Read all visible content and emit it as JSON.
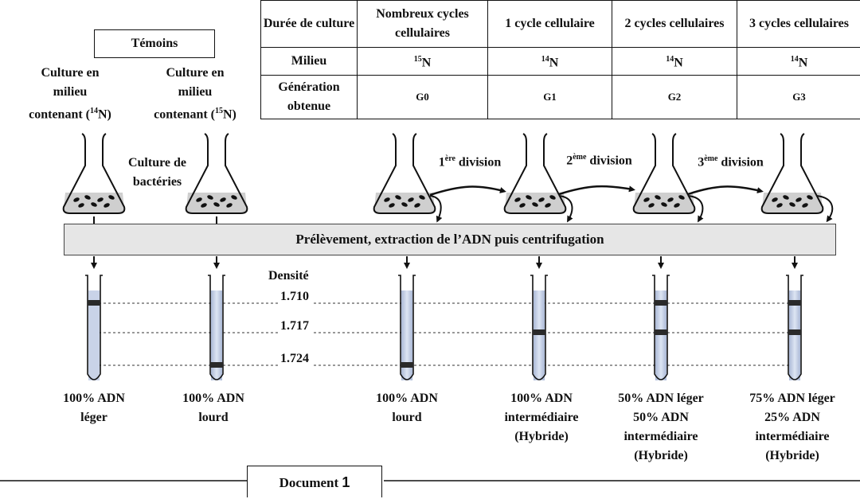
{
  "table": {
    "header": [
      "Durée de culture",
      "Nombreux cycles cellulaires",
      "1 cycle cellulaire",
      "2 cycles cellulaires",
      "3 cycles cellulaires"
    ],
    "milieu": {
      "label": "Milieu",
      "values": [
        "15N",
        "14N",
        "14N",
        "14N"
      ]
    },
    "generation": {
      "label": "Génération obtenue",
      "values": [
        "G0",
        "G1",
        "G2",
        "G3"
      ]
    }
  },
  "temoins": "Témoins",
  "control1": {
    "line1": "Culture en",
    "line2": "milieu",
    "line3": "contenant (",
    "sup": "14",
    "line3b": "N)"
  },
  "control2": {
    "line1": "Culture en",
    "line2": "milieu",
    "line3": "contenant (",
    "sup": "15",
    "line3b": "N)"
  },
  "culture_label": {
    "line1": "Culture de",
    "line2": "bactéries"
  },
  "divisions": [
    {
      "sup": "ère",
      "pre": "1",
      "post": " division"
    },
    {
      "sup": "ème",
      "pre": "2",
      "post": " division"
    },
    {
      "sup": "ème",
      "pre": "3",
      "post": " division"
    }
  ],
  "process_bar": "Prélèvement, extraction de l’ADN puis centrifugation",
  "density": {
    "title": "Densité",
    "values": [
      "1.710",
      "1.717",
      "1.724"
    ]
  },
  "results": [
    [
      "100% ADN",
      "léger"
    ],
    [
      "100% ADN",
      "lourd"
    ],
    [
      "100% ADN",
      "lourd"
    ],
    [
      "100% ADN",
      "intermédiaire",
      "(Hybride)"
    ],
    [
      "50% ADN léger",
      "50% ADN",
      "intermédiaire",
      "(Hybride)"
    ],
    [
      "75% ADN léger",
      "25% ADN",
      "intermédiaire",
      "(Hybride)"
    ]
  ],
  "document": {
    "label": "Document",
    "number": "1"
  }
}
